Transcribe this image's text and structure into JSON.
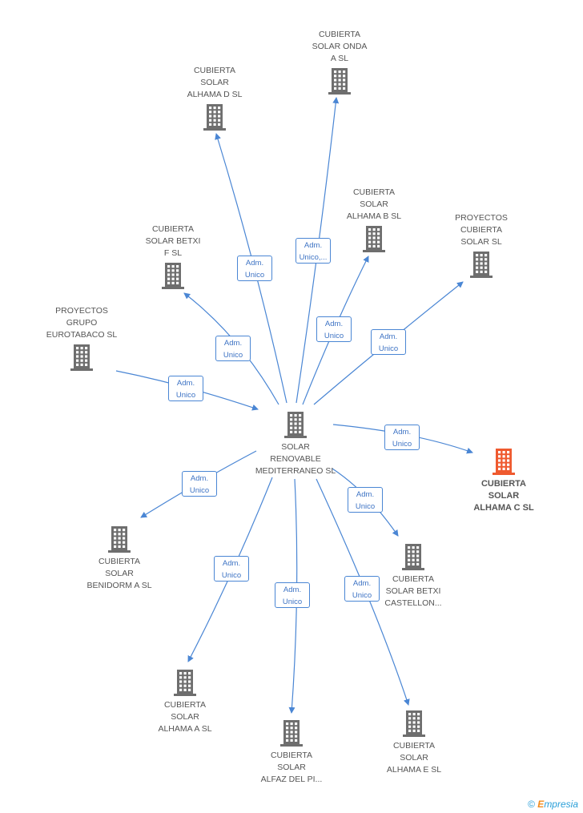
{
  "colors": {
    "node": "#6e6e6e",
    "focus": "#ef5a2f",
    "edge": "#4a86d4"
  },
  "center": {
    "id": "center",
    "lines": [
      "SOLAR",
      "RENOVABLE",
      "MEDITERRANEO SL"
    ]
  },
  "nodes": [
    {
      "id": "onda",
      "lines": [
        "CUBIERTA",
        "SOLAR ONDA",
        "A SL"
      ]
    },
    {
      "id": "alhama-d",
      "lines": [
        "CUBIERTA",
        "SOLAR",
        "ALHAMA D SL"
      ]
    },
    {
      "id": "alhama-b",
      "lines": [
        "CUBIERTA",
        "SOLAR",
        "ALHAMA B SL"
      ]
    },
    {
      "id": "proyectos-cs",
      "lines": [
        "PROYECTOS",
        "CUBIERTA",
        "SOLAR  SL"
      ]
    },
    {
      "id": "betxi-f",
      "lines": [
        "CUBIERTA",
        "SOLAR BETXI",
        "F SL"
      ]
    },
    {
      "id": "eurotabaco",
      "lines": [
        "PROYECTOS",
        "GRUPO",
        "EUROTABACO SL"
      ]
    },
    {
      "id": "alhama-c",
      "lines": [
        "CUBIERTA",
        "SOLAR",
        "ALHAMA C SL"
      ],
      "focus": true
    },
    {
      "id": "benidorm",
      "lines": [
        "CUBIERTA",
        "SOLAR",
        "BENIDORM A  SL"
      ]
    },
    {
      "id": "betxi-cas",
      "lines": [
        "CUBIERTA",
        "SOLAR BETXI",
        "CASTELLON..."
      ]
    },
    {
      "id": "alhama-a",
      "lines": [
        "CUBIERTA",
        "SOLAR",
        "ALHAMA A SL"
      ]
    },
    {
      "id": "alfaz",
      "lines": [
        "CUBIERTA",
        "SOLAR",
        "ALFAZ DEL PI..."
      ]
    },
    {
      "id": "alhama-e",
      "lines": [
        "CUBIERTA",
        "SOLAR",
        "ALHAMA E SL"
      ]
    }
  ],
  "edges": [
    {
      "from": "center",
      "to": "onda",
      "label": [
        "Adm.",
        "Unico,..."
      ]
    },
    {
      "from": "center",
      "to": "alhama-d",
      "label": [
        "Adm.",
        "Unico"
      ]
    },
    {
      "from": "center",
      "to": "alhama-b",
      "label": [
        "Adm.",
        "Unico"
      ]
    },
    {
      "from": "center",
      "to": "proyectos-cs",
      "label": [
        "Adm.",
        "Unico"
      ]
    },
    {
      "from": "center",
      "to": "betxi-f",
      "label": [
        "Adm.",
        "Unico"
      ]
    },
    {
      "from": "eurotabaco",
      "to": "center",
      "label": [
        "Adm.",
        "Unico"
      ]
    },
    {
      "from": "center",
      "to": "alhama-c",
      "label": [
        "Adm.",
        "Unico"
      ]
    },
    {
      "from": "center",
      "to": "benidorm",
      "label": [
        "Adm.",
        "Unico"
      ]
    },
    {
      "from": "center",
      "to": "betxi-cas",
      "label": [
        "Adm.",
        "Unico"
      ]
    },
    {
      "from": "center",
      "to": "alhama-a",
      "label": [
        "Adm.",
        "Unico"
      ]
    },
    {
      "from": "center",
      "to": "alfaz",
      "label": [
        "Adm.",
        "Unico"
      ]
    },
    {
      "from": "center",
      "to": "alhama-e",
      "label": [
        "Adm.",
        "Unico"
      ]
    }
  ],
  "copyright": {
    "symbol": "©",
    "brand_initial": "E",
    "brand_rest": "mpresia"
  }
}
